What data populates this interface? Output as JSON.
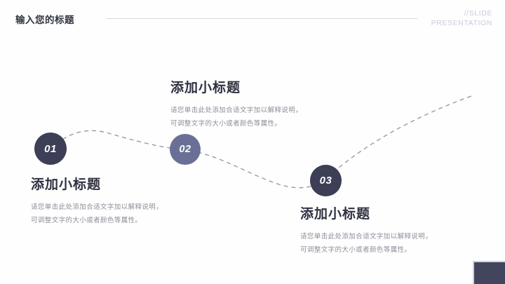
{
  "header": {
    "title": "输入您的标题",
    "brand_line1": "//SLIDE",
    "brand_line2": "PRESENTATION"
  },
  "colors": {
    "background": "#fefefe",
    "marker_dark": "#3c3f55",
    "marker_mid": "#6a7095",
    "title_text": "#2f3140",
    "body_text": "#8d8f99",
    "rule": "#d8d8dd",
    "brand_text": "#c9cbda",
    "dash_line": "#9a9aa4",
    "corner_block": "#42455c"
  },
  "markers": [
    {
      "label": "01",
      "color": "#3c3f55"
    },
    {
      "label": "02",
      "color": "#6a7095"
    },
    {
      "label": "03",
      "color": "#3c3f55"
    }
  ],
  "blocks": [
    {
      "title": "添加小标题",
      "line1": "请您单击此处添加合适文字加以解释说明，",
      "line2": "可调整文字的大小或者颜色等属性。"
    },
    {
      "title": "添加小标题",
      "line1": "请您单击此处添加合适文字加以解释说明，",
      "line2": "可调整文字的大小或者颜色等属性。"
    },
    {
      "title": "添加小标题",
      "line1": "请您单击此处添加合适文字加以解释说明，",
      "line2": "可调整文字的大小或者颜色等属性。"
    }
  ]
}
